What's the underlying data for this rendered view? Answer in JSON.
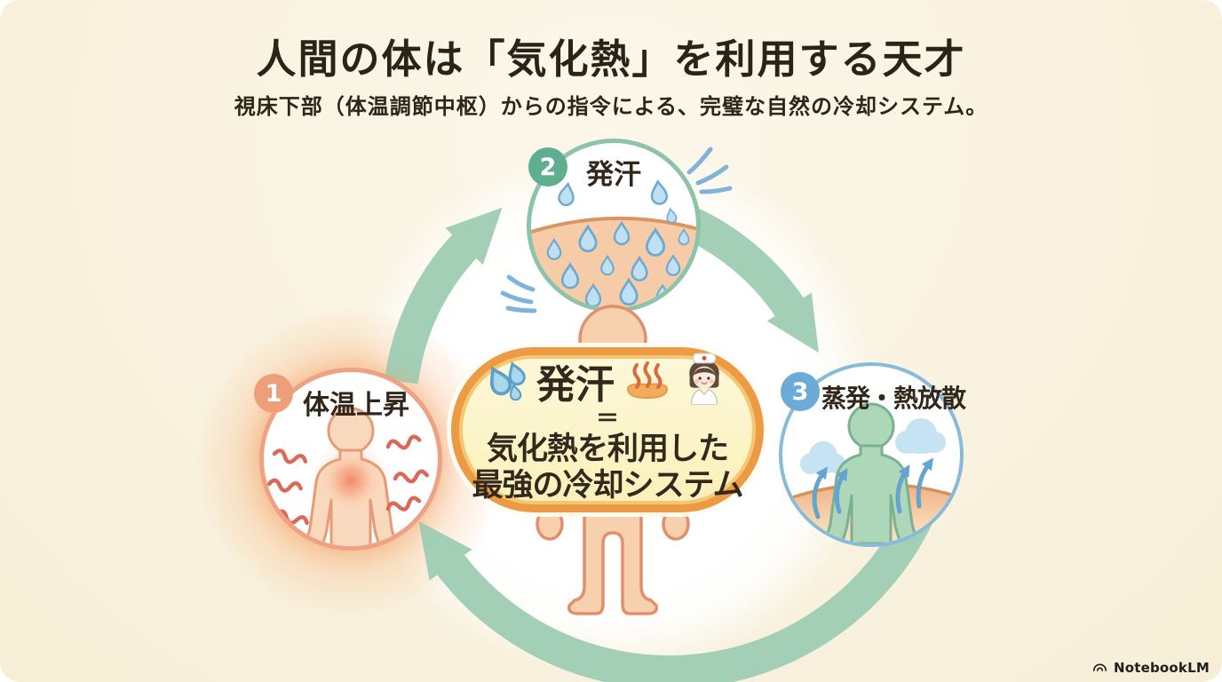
{
  "title": "人間の体は「気化熱」を利用する天才",
  "subtitle": "視床下部（体温調節中枢）からの指令による、完璧な自然の冷却システム。",
  "nodes": [
    {
      "number": "1",
      "label": "体温上昇",
      "badge_color": "#ef9e7a",
      "ring_color": "#efa183"
    },
    {
      "number": "2",
      "label": "発汗",
      "badge_color": "#5fae8f",
      "ring_color": "#8cc3a9"
    },
    {
      "number": "3",
      "label": "蒸発・熱放散",
      "badge_color": "#6cabd7",
      "ring_color": "#88bad9"
    }
  ],
  "center_box": {
    "heading": "発汗",
    "equals": "＝",
    "line2": "気化熱を利用した",
    "line3": "最強の冷却システム",
    "icons": [
      "sweat-drops-icon",
      "onsen-icon",
      "nurse-icon"
    ]
  },
  "brand": {
    "name": "NotebookLM",
    "icon": "notebooklm-logo-icon"
  },
  "colors": {
    "background": "#f9f2e0",
    "cycle_arrow": "#a3cfb7",
    "pill_border": "#ec9b44",
    "pill_fill": "#fbf0ba",
    "heat_glow": "#f49654",
    "skin": "#f7d0ae",
    "skin_outline": "#e0906c",
    "figure_green": "#aed7ba",
    "drop_blue": "#bfe0f3",
    "accent_blue": "#7fb3d9",
    "text": "#2c2318"
  }
}
